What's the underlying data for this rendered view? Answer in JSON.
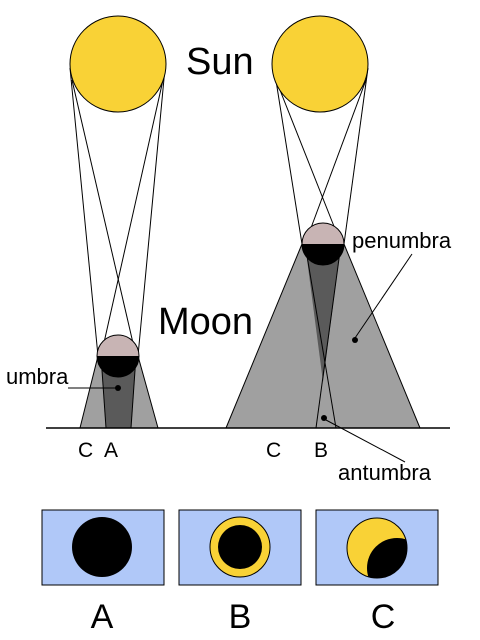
{
  "diagram": {
    "labels": {
      "sun": "Sun",
      "moon": "Moon",
      "umbra": "umbra",
      "penumbra": "penumbra",
      "antumbra": "antumbra"
    },
    "left_scene": {
      "points": [
        "C",
        "A"
      ]
    },
    "right_scene": {
      "points": [
        "C",
        "B"
      ]
    },
    "panels": [
      {
        "label": "A",
        "view": "total eclipse"
      },
      {
        "label": "B",
        "view": "annular eclipse"
      },
      {
        "label": "C",
        "view": "partial eclipse"
      }
    ],
    "colors": {
      "sun": "#f9d236",
      "moon_lit": "#c8b4b4",
      "moon_dark": "#000000",
      "penumbra": "#a0a0a0",
      "umbra": "#5a5a5a",
      "sky": "#b0c8f8"
    }
  }
}
